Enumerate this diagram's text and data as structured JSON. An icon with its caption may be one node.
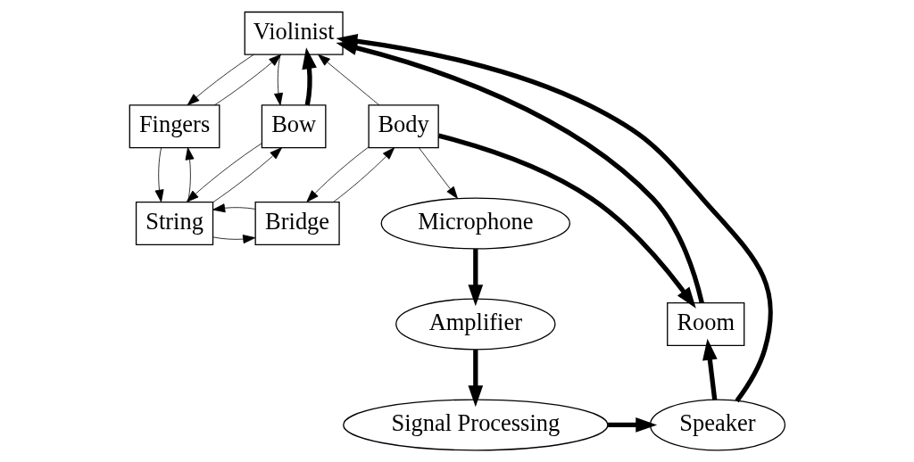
{
  "diagram": {
    "nodes": [
      {
        "text": [
          "Violinist"
        ]
      },
      {
        "text": [
          "Body"
        ]
      },
      {
        "text": [
          "Fingers"
        ]
      },
      {
        "text": [
          "Bow"
        ]
      },
      {
        "text": [
          "Bridge"
        ]
      },
      {
        "text": [
          "String"
        ]
      },
      {
        "text": [
          "Microphone"
        ]
      },
      {
        "text": [
          "Room"
        ]
      },
      {
        "text": [
          "Amplifier"
        ]
      },
      {
        "text": [
          "Signal Processing"
        ]
      },
      {
        "text": [
          "Speaker"
        ]
      }
    ],
    "edges": [
      {
        "from": 1,
        "to": 0,
        "arrow": "to"
      },
      {
        "from": 0,
        "to": 2,
        "arrow": "to"
      },
      {
        "from": 2,
        "to": 0,
        "arrow": "to"
      },
      {
        "from": 0,
        "to": 3,
        "arrow": "to"
      },
      {
        "from": 3,
        "to": 0,
        "arrow": "to",
        "style": "thick"
      },
      {
        "from": 1,
        "to": 6,
        "arrow": "to"
      },
      {
        "from": 1,
        "to": 4,
        "arrow": "to"
      },
      {
        "from": 4,
        "to": 1,
        "arrow": "to"
      },
      {
        "from": 2,
        "to": 5,
        "arrow": "to"
      },
      {
        "from": 5,
        "to": 2,
        "arrow": "to"
      },
      {
        "from": 5,
        "to": 4,
        "arrow": "to"
      },
      {
        "from": 4,
        "to": 5,
        "arrow": "to"
      },
      {
        "from": 3,
        "to": 5,
        "arrow": "to"
      },
      {
        "from": 5,
        "to": 3,
        "arrow": "to"
      },
      {
        "from": 1,
        "to": 7,
        "arrow": "to",
        "style": "thick"
      },
      {
        "from": 6,
        "to": 8,
        "arrow": "to",
        "style": "thick"
      },
      {
        "from": 8,
        "to": 9,
        "arrow": "to",
        "style": "thick"
      },
      {
        "from": 9,
        "to": 10,
        "arrow": "to",
        "style": "thick"
      },
      {
        "from": 10,
        "to": 7,
        "arrow": "to",
        "style": "thick"
      },
      {
        "from": 10,
        "to": 0,
        "arrow": "to",
        "style": "thick"
      },
      {
        "from": 7,
        "to": 0,
        "arrow": "to",
        "style": "thick"
      }
    ]
  }
}
